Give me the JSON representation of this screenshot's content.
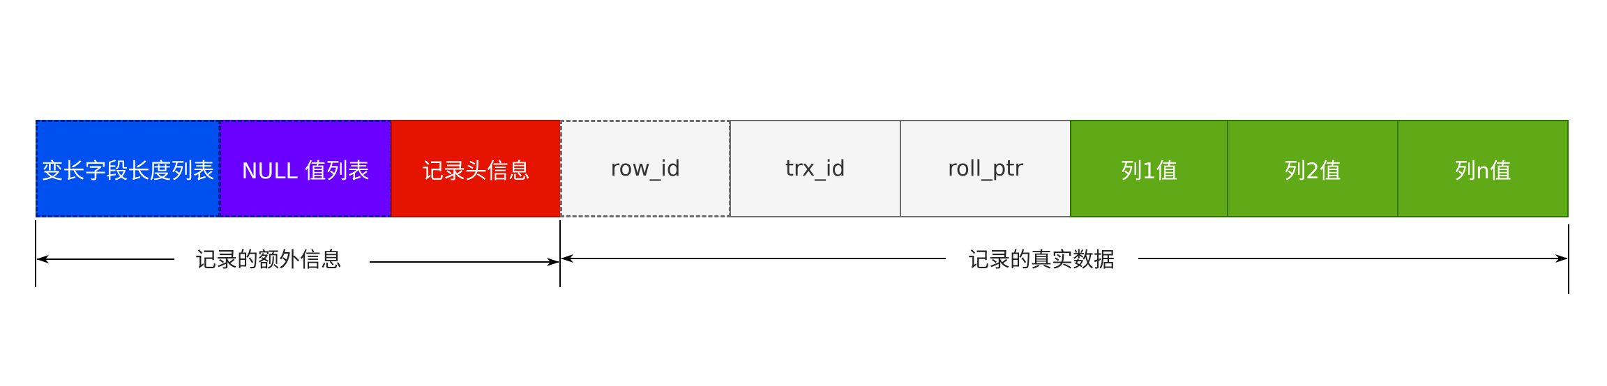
{
  "cells": [
    {
      "label": "变长字段长度列表",
      "color": "#0050ef"
    },
    {
      "label": "NULL 值列表",
      "color": "#6a00ff"
    },
    {
      "label": "记录头信息",
      "color": "#e51400"
    },
    {
      "label": "row_id",
      "color": "#f5f5f5"
    },
    {
      "label": "trx_id",
      "color": "#f5f5f5"
    },
    {
      "label": "roll_ptr",
      "color": "#f5f5f5"
    },
    {
      "label": "列1值",
      "color": "#60a917"
    },
    {
      "label": "列2值",
      "color": "#60a917"
    },
    {
      "label": "列n值",
      "color": "#60a917"
    }
  ],
  "spans": {
    "extra_info_label": "记录的额外信息",
    "real_data_label": "记录的真实数据"
  }
}
